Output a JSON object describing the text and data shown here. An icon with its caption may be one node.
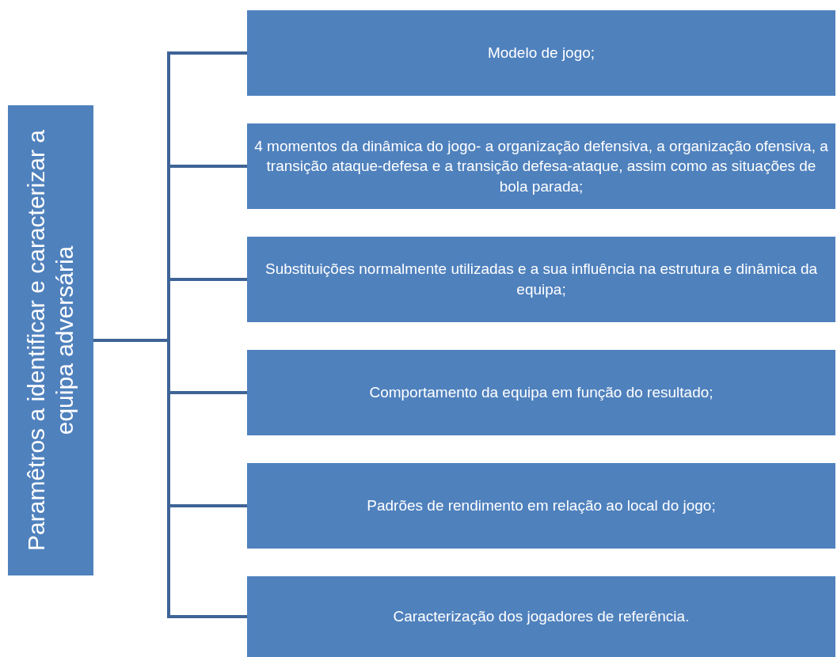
{
  "diagram": {
    "nodes": [
      {
        "text": [
          "Paramêtros a identificar e caracterizar a equipa adversária"
        ]
      },
      {
        "text": [
          "Modelo de jogo;"
        ]
      },
      {
        "text": [
          "4 momentos da dinâmica do jogo- a organização defensiva, a organização ofensiva, a transição ataque-defesa e a transição defesa-ataque, assim como as situações de bola parada;"
        ]
      },
      {
        "text": [
          "Substituições normalmente utilizadas e a sua influência na estrutura e dinâmica da equipa;"
        ]
      },
      {
        "text": [
          "Comportamento da equipa em função do resultado;"
        ]
      },
      {
        "text": [
          "Padrões de rendimento em relação ao local do jogo;"
        ]
      },
      {
        "text": [
          "Caracterização dos jogadores de referência."
        ]
      }
    ],
    "edges": [
      {
        "from": 0,
        "to": 1,
        "arrow": "none"
      },
      {
        "from": 0,
        "to": 2,
        "arrow": "none"
      },
      {
        "from": 0,
        "to": 3,
        "arrow": "none"
      },
      {
        "from": 0,
        "to": 4,
        "arrow": "none"
      },
      {
        "from": 0,
        "to": 5,
        "arrow": "none"
      },
      {
        "from": 0,
        "to": 6,
        "arrow": "none"
      }
    ]
  }
}
